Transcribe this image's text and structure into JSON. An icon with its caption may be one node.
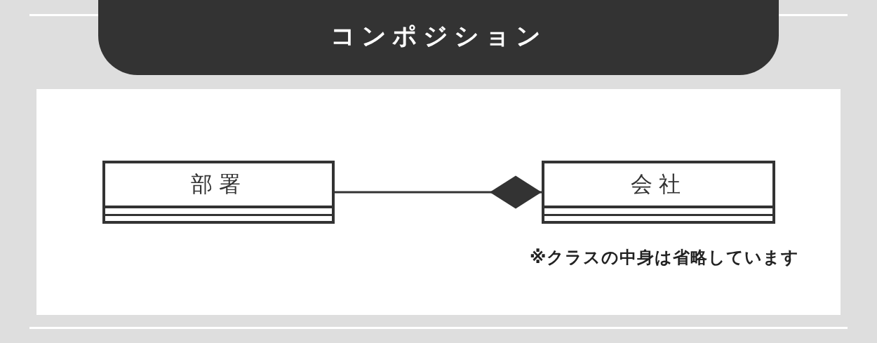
{
  "diagram": {
    "title": "コンポジション",
    "nodes": [
      {
        "text": [
          "部署"
        ]
      },
      {
        "text": [
          "会社"
        ]
      }
    ],
    "edges": [
      {
        "from": 0,
        "to": 1,
        "arrow": "other"
      }
    ],
    "labels": [
      "※クラスの中身は省略しています"
    ]
  }
}
